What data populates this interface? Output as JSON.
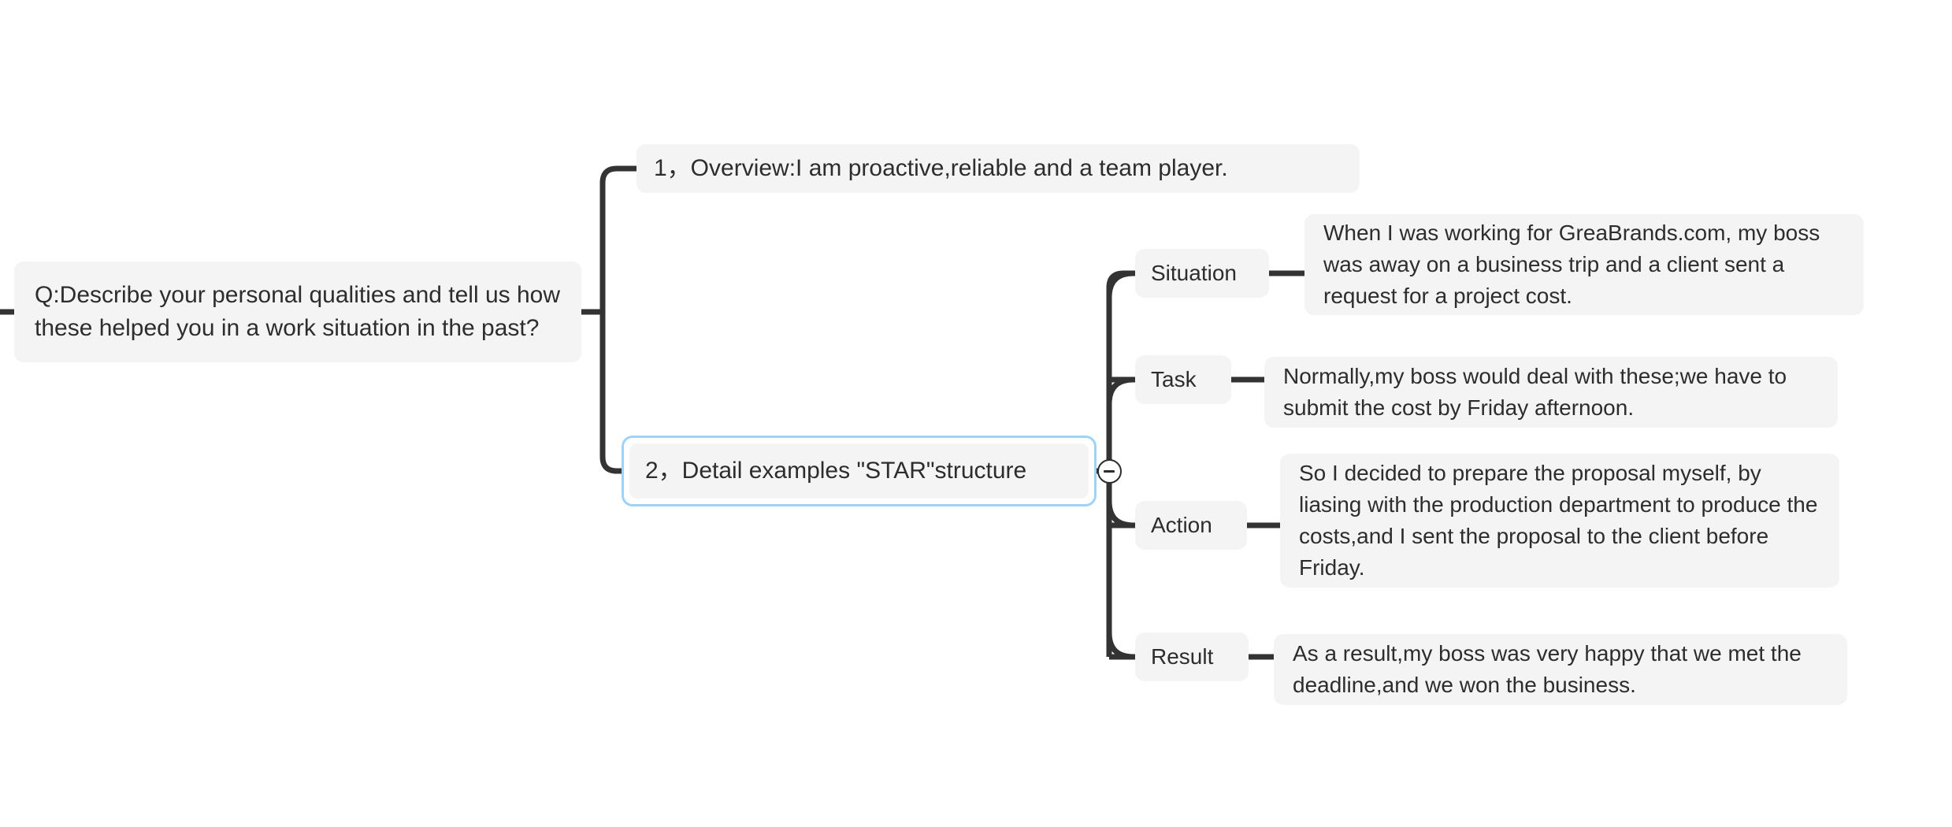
{
  "mindmap": {
    "root": {
      "text": "Q:Describe your personal qualities and tell us how these helped you in a work situation in the past?"
    },
    "branches": [
      {
        "id": "overview",
        "text": "1，Overview:I am proactive,reliable and a team player."
      },
      {
        "id": "detail",
        "text": "2，Detail examples \"STAR\"structure",
        "selected": true,
        "toggle": {
          "name": "collapse-toggle",
          "icon": "minus-icon",
          "state": "expanded"
        }
      }
    ],
    "star": [
      {
        "id": "situation",
        "label": "Situation",
        "body": "When I was working for GreaBrands.com, my boss was away on a business trip and a client sent a request for a project cost."
      },
      {
        "id": "task",
        "label": "Task",
        "body": "Normally,my boss would deal with these;we have to submit the cost by Friday afternoon."
      },
      {
        "id": "action",
        "label": "Action",
        "body": "So I decided to prepare the proposal myself, by liasing with the production department to produce the costs,and I sent the proposal to the client before Friday."
      },
      {
        "id": "result",
        "label": "Result",
        "body": "As a result,my boss was very happy that we met the deadline,and we won the business."
      }
    ],
    "colors": {
      "node_background": "#f4f4f4",
      "text": "#2d2d2d",
      "edge": "#333333",
      "selection_border": "#9ed3f7",
      "canvas_background": "#ffffff"
    }
  }
}
